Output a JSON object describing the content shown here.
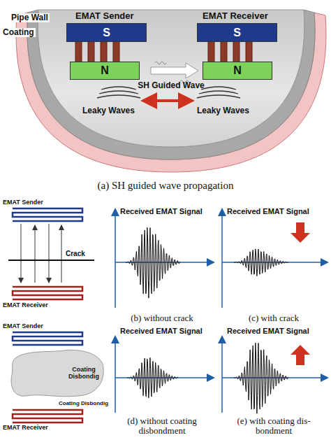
{
  "diagram": {
    "nodes": [
      {
        "text": [
          "S"
        ]
      },
      {
        "text": [
          "N"
        ]
      },
      {
        "text": [
          "S"
        ]
      },
      {
        "text": [
          "N"
        ]
      },
      {
        "text": [
          "Coating Disbondig"
        ]
      }
    ],
    "labels": [
      "Coating",
      "Pipe Wall",
      "EMAT Sender",
      "EMAT Receiver",
      "SH Guided Wave",
      "Leaky Waves",
      "Leaky Waves",
      "(a) SH guided wave propagation",
      "EMAT Sender",
      "Crack",
      "EMAT Receiver",
      "Received EMAT Signal",
      "Received EMAT Signal",
      "(b) without crack",
      "(c) with crack",
      "EMAT Sender",
      "Coating Disbondig",
      "EMAT Receiver",
      "Received EMAT Signal",
      "Received EMAT Signal",
      "(d) without coating disbondment",
      "(e) with coating dis- bondment"
    ]
  }
}
